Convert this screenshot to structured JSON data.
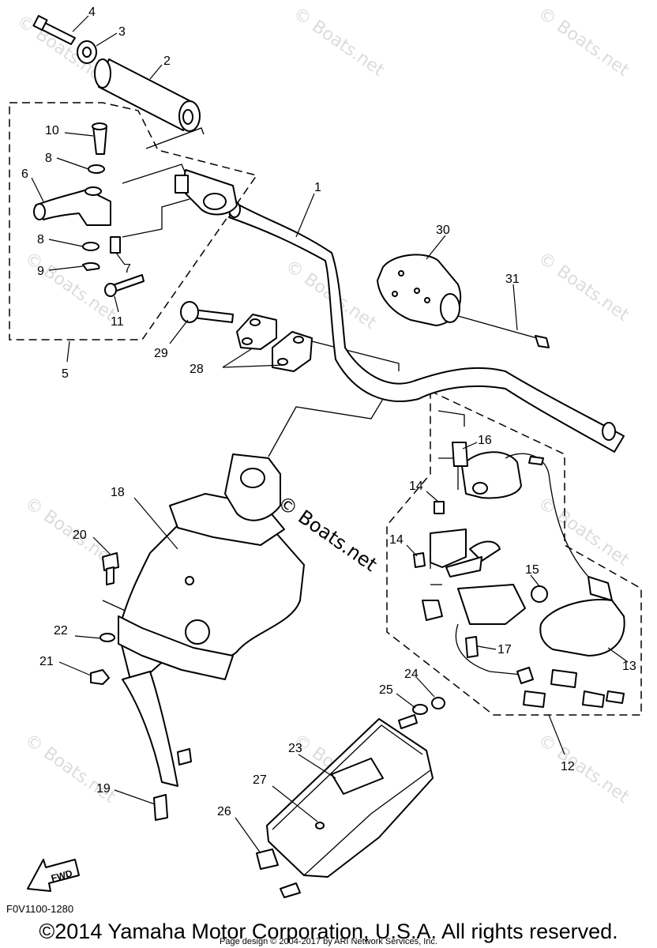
{
  "diagram": {
    "watermark": "© Boats.net",
    "callouts": {
      "c1": "1",
      "c2": "2",
      "c3": "3",
      "c4": "4",
      "c5": "5",
      "c6": "6",
      "c7": "7",
      "c8a": "8",
      "c8b": "8",
      "c9": "9",
      "c10": "10",
      "c11": "11",
      "c12": "12",
      "c13": "13",
      "c14a": "14",
      "c14b": "14",
      "c15": "15",
      "c16": "16",
      "c17": "17",
      "c18": "18",
      "c19": "19",
      "c20": "20",
      "c21": "21",
      "c22": "22",
      "c23": "23",
      "c24": "24",
      "c25": "25",
      "c26": "26",
      "c27": "27",
      "c28": "28",
      "c29": "29",
      "c30": "30",
      "c31": "31"
    },
    "fwd_label": "FWD",
    "diagram_code": "F0V1100-1280"
  },
  "footer": {
    "copyright": "©2014 Yamaha Motor Corporation, U.S.A. All rights reserved.",
    "page_design": "Page design © 2004-2017 by ARI Network Services, Inc."
  }
}
